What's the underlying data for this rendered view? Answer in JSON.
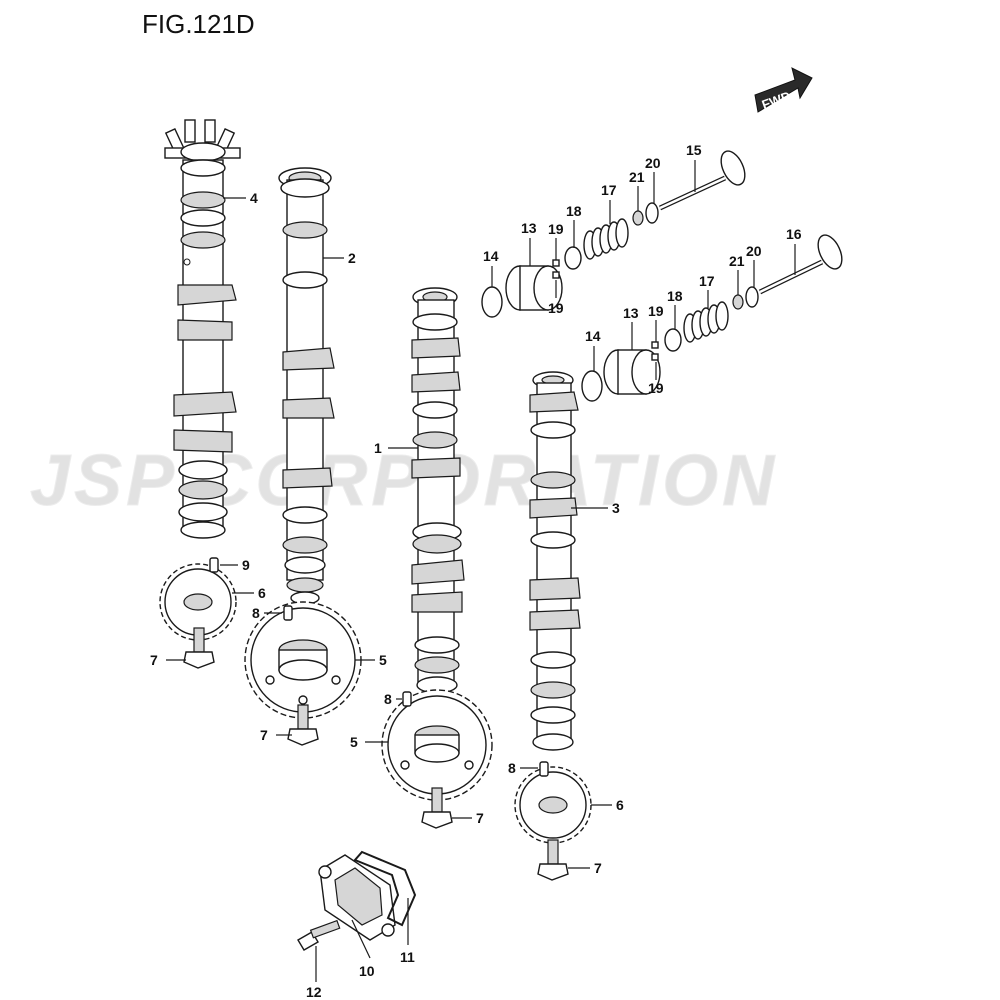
{
  "figure": {
    "title": "FIG.121D",
    "direction_badge": "FWD"
  },
  "watermark": {
    "text": "JSP CORPORATION"
  },
  "callouts": {
    "c1": "1",
    "c2": "2",
    "c3": "3",
    "c4": "4",
    "c5a": "5",
    "c5b": "5",
    "c6a": "6",
    "c6b": "6",
    "c7a": "7",
    "c7b": "7",
    "c7c": "7",
    "c7d": "7",
    "c8a": "8",
    "c8b": "8",
    "c8c": "8",
    "c9": "9",
    "c10": "10",
    "c11": "11",
    "c12": "12",
    "c13a": "13",
    "c13b": "13",
    "c14a": "14",
    "c14b": "14",
    "c15": "15",
    "c16": "16",
    "c17a": "17",
    "c17b": "17",
    "c18a": "18",
    "c18b": "18",
    "c19a": "19",
    "c19b": "19",
    "c19c": "19",
    "c19d": "19",
    "c20a": "20",
    "c20b": "20",
    "c21a": "21",
    "c21b": "21"
  },
  "colors": {
    "line": "#1a1a1a",
    "shade": "#d6d6d6",
    "watermark": "#e2e2e2",
    "background": "#ffffff"
  }
}
